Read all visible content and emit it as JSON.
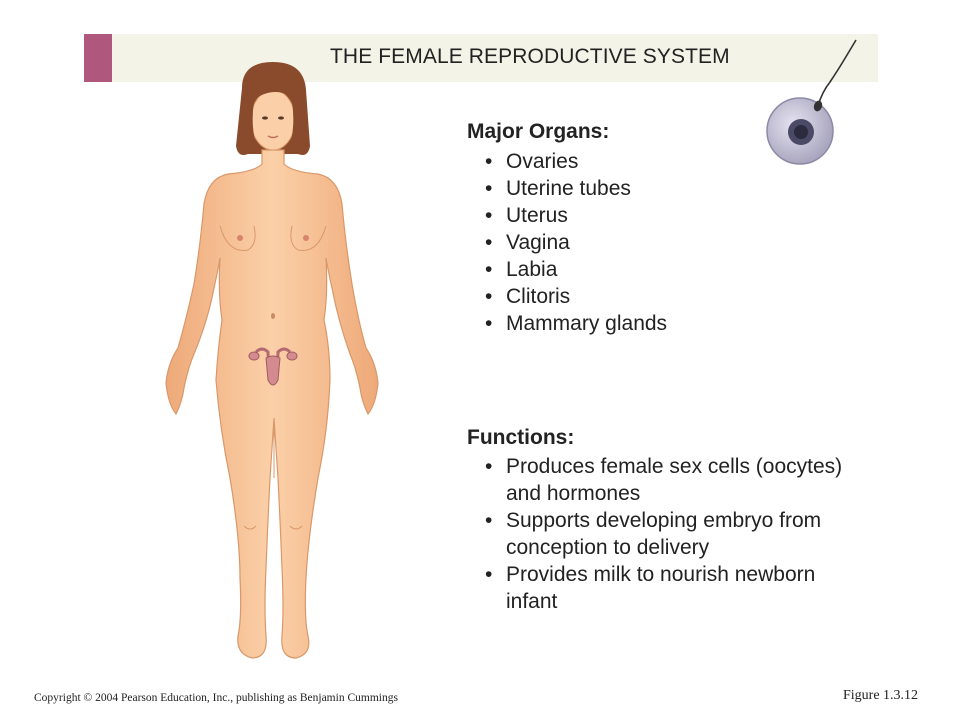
{
  "header": {
    "title": "THE FEMALE REPRODUCTIVE SYSTEM",
    "accent_color": "#b0577d",
    "band_color": "#f3f3e7"
  },
  "organs": {
    "heading": "Major Organs:",
    "items": [
      "Ovaries",
      "Uterine tubes",
      "Uterus",
      "Vagina",
      "Labia",
      "Clitoris",
      "Mammary glands"
    ]
  },
  "functions": {
    "heading": "Functions:",
    "items": [
      "Produces female sex cells (oocytes) and hormones",
      "Supports developing embryo from conception to delivery",
      "Provides milk to nourish newborn infant"
    ]
  },
  "illustrations": {
    "main": "female-body-figure",
    "corner": "oocyte-with-sperm-icon",
    "skin_color": "#f7c497",
    "hair_color": "#8a4b2c"
  },
  "footer": {
    "copyright": "Copyright © 2004 Pearson Education, Inc., publishing as Benjamin Cummings",
    "figure": "Figure 1.3.12"
  }
}
